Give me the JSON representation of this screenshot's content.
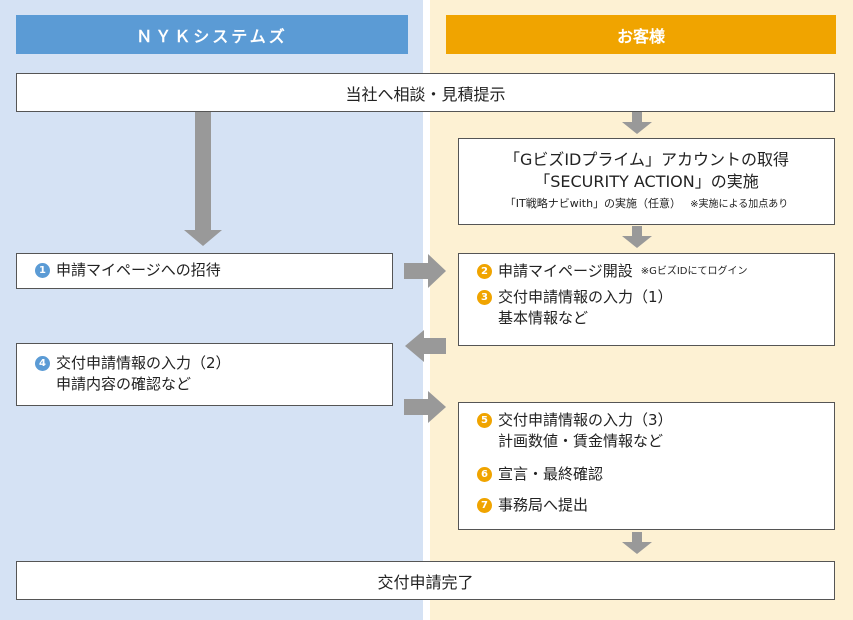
{
  "headers": {
    "left": "ＮＹＫシステムズ",
    "right": "お客様"
  },
  "boxes": {
    "consult": "当社へ相談・見積提示",
    "gbiz": {
      "line1": "「GビズIDプライム」アカウントの取得",
      "line2": "「SECURITY ACTION」の実施",
      "line3": "「IT戦略ナビwith」の実施（任意）",
      "line3_note": "※実施による加点あり"
    },
    "step1": {
      "num": "1",
      "text": "申請マイページへの招待"
    },
    "step2": {
      "num": "2",
      "text": "申請マイページ開設",
      "note": "※GビズIDにてログイン"
    },
    "step3": {
      "num": "3",
      "line1": "交付申請情報の入力（1）",
      "line2": "基本情報など"
    },
    "step4": {
      "num": "4",
      "line1": "交付申請情報の入力（2）",
      "line2": "申請内容の確認など"
    },
    "step5": {
      "num": "5",
      "line1": "交付申請情報の入力（3）",
      "line2": "計画数値・賃金情報など"
    },
    "step6": {
      "num": "6",
      "text": "宣言・最終確認"
    },
    "step7": {
      "num": "7",
      "text": "事務局へ提出"
    },
    "final": "交付申請完了"
  },
  "colors": {
    "left_bg": "#d5e2f4",
    "right_bg": "#fdf1d3",
    "left_header": "#5b9bd5",
    "right_header": "#f0a400",
    "arrow": "#999999"
  }
}
